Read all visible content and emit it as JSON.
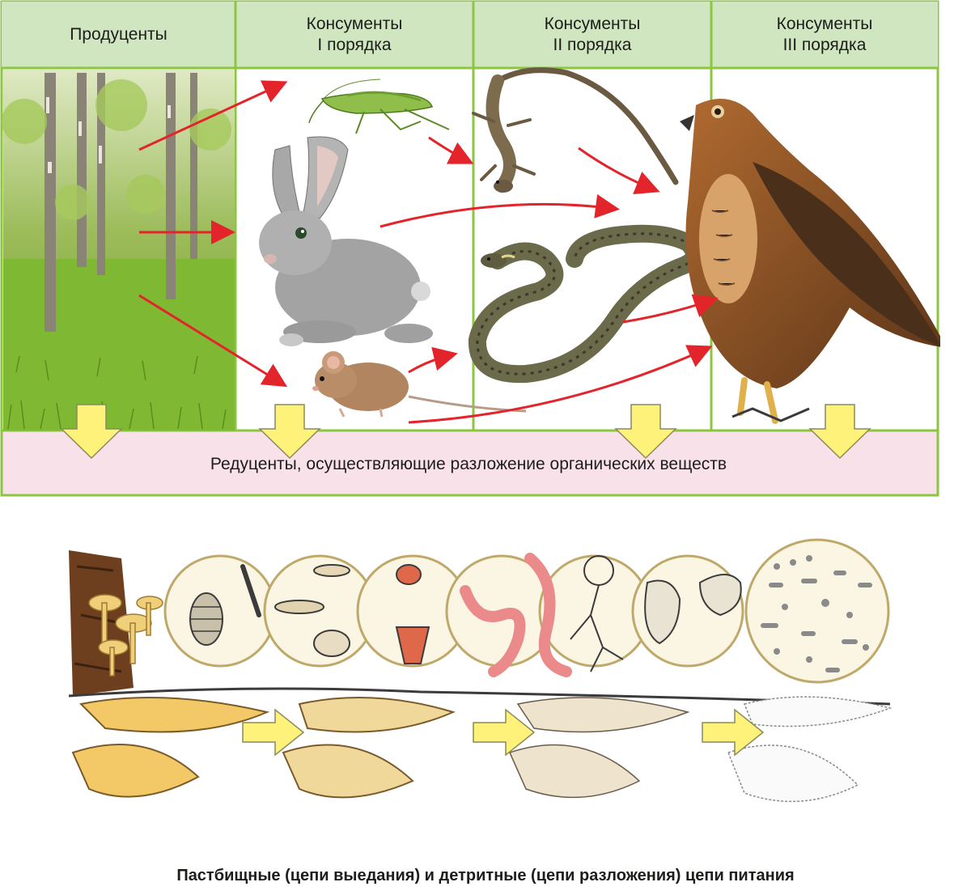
{
  "columns": [
    {
      "label": "Продуценты"
    },
    {
      "label": "Консументы\nI порядка"
    },
    {
      "label": "Консументы\nII порядка"
    },
    {
      "label": "Консументы\nIII порядка"
    }
  ],
  "reducers_label": "Редуценты, осуществляющие разложение органических веществ",
  "caption": "Пастбищные (цепи выедания) и детритные (цепи разложения) цепи питания",
  "colors": {
    "header_fill": "#cfe6c0",
    "border": "#8cc63f",
    "reducer_fill": "#f9e1ea",
    "arrow_red": "#e3242b",
    "arrow_yellow": "#fff27a",
    "arrow_yellow_stroke": "#8a8a5a"
  },
  "organisms": {
    "producers": [
      "forest-image"
    ],
    "consumers_1": [
      "grasshopper",
      "rabbit",
      "mouse"
    ],
    "consumers_2": [
      "lizard",
      "snake"
    ],
    "consumers_3": [
      "hawk"
    ],
    "decomposers": [
      "woodlice",
      "springtails",
      "mites",
      "earthworm",
      "fungi",
      "protozoa",
      "bacteria"
    ]
  }
}
